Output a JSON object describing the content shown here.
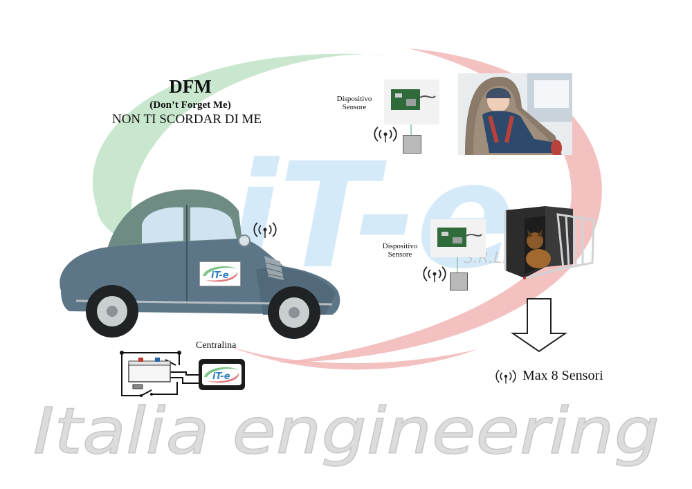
{
  "heading": {
    "title": "DFM",
    "subtitle": "(Don’t Forget Me)",
    "tagline": "NON TI SCORDAR DI ME"
  },
  "sensor_1": {
    "label_line1": "Dispositivo",
    "label_line2": "Sensore"
  },
  "sensor_2": {
    "label_line1": "Dispositivo",
    "label_line2": "Sensore"
  },
  "control_unit": {
    "label": "Centralina",
    "logo_text": "iT-e"
  },
  "car_badge": {
    "logo_text": "iT-e"
  },
  "watermark": {
    "logo_text": "iT-e",
    "suffix": "S.R.L.",
    "company": "Italia engineering"
  },
  "capacity": {
    "label": "Max 8 Sensori"
  },
  "colors": {
    "green": "#7ec48a",
    "red": "#e07a7a",
    "blue": "#8cc4ee",
    "gray": "#d6d6d6",
    "car_body": "#5d7687",
    "car_roof": "#6f8c84"
  },
  "icons": [
    "wireless-signal-icon",
    "down-arrow-icon"
  ]
}
